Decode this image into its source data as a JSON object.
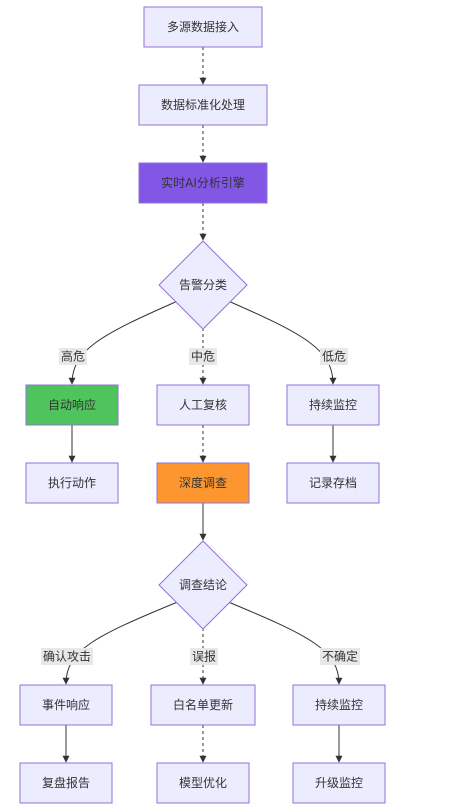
{
  "colors": {
    "node_fill": "#ececff",
    "node_border": "#9370db",
    "edge": "#333333",
    "label_bg": "#e8e8e8",
    "ai_engine": "#8257e6",
    "auto_response": "#4fc45c",
    "deep_investigation": "#fe9630"
  },
  "nodes": {
    "ingest": "多源数据接入",
    "normalize": "数据标准化处理",
    "ai_engine": "实时AI分析引擎",
    "classify": "告警分类",
    "auto_response": "自动响应",
    "manual_review": "人工复核",
    "continuous_monitor_1": "持续监控",
    "execute_action": "执行动作",
    "deep_investigation": "深度调查",
    "record_archive": "记录存档",
    "conclusion": "调查结论",
    "incident_response": "事件响应",
    "whitelist_update": "白名单更新",
    "continuous_monitor_2": "持续监控",
    "post_mortem": "复盘报告",
    "model_optimize": "模型优化",
    "upgrade_monitor": "升级监控"
  },
  "edge_labels": {
    "high_risk": "高危",
    "medium_risk": "中危",
    "low_risk": "低危",
    "confirmed_attack": "确认攻击",
    "false_positive": "误报",
    "uncertain": "不确定"
  }
}
